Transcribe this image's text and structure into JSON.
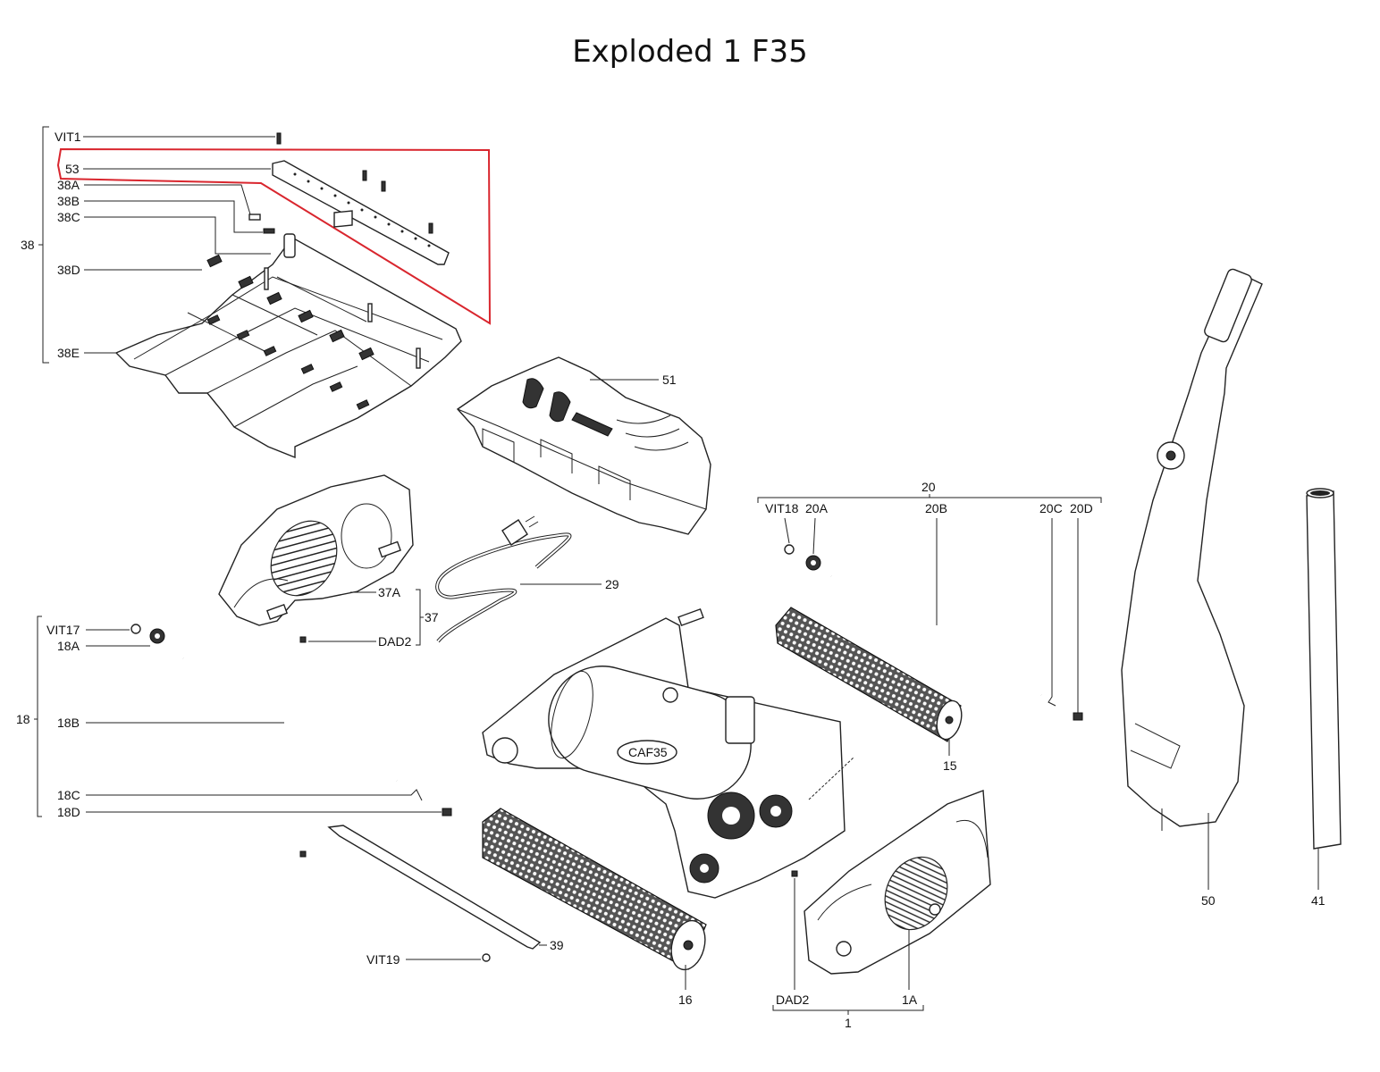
{
  "title": "Exploded 1 F35",
  "labels": {
    "vit1": "VIT1",
    "p53": "53",
    "p38a": "38A",
    "p38b": "38B",
    "p38c": "38C",
    "p38": "38",
    "p38d": "38D",
    "p38e": "38E",
    "p51": "51",
    "p20": "20",
    "vit18": "VIT18",
    "p20a": "20A",
    "p20b": "20B",
    "p20c": "20C",
    "p20d": "20D",
    "p29": "29",
    "p37a": "37A",
    "p37": "37",
    "dad2_top": "DAD2",
    "vit17": "VIT17",
    "p18a": "18A",
    "p18": "18",
    "p18b": "18B",
    "p18c": "18C",
    "p18d": "18D",
    "caf35": "CAF35",
    "p15": "15",
    "p39": "39",
    "vit19": "VIT19",
    "p16": "16",
    "dad2_bottom": "DAD2",
    "p1a": "1A",
    "p1": "1",
    "p50": "50",
    "p41": "41"
  },
  "colors": {
    "highlight": "#d9262e",
    "line": "#222222"
  }
}
